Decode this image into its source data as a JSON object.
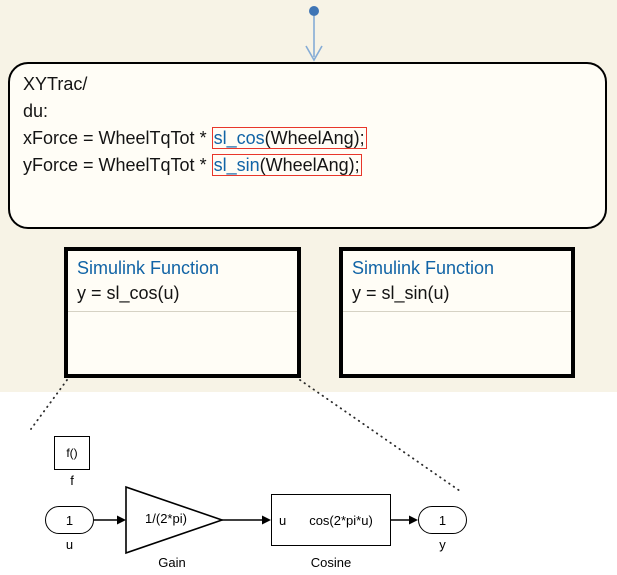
{
  "chart": {
    "state": {
      "name": "XYTrac/",
      "entry_label": "du:",
      "line_cos": {
        "prefix": "xForce = WheelTqTot * ",
        "fn": "sl_cos",
        "suffix": "(WheelAng);"
      },
      "line_sin": {
        "prefix": "yForce = WheelTqTot * ",
        "fn": "sl_sin",
        "suffix": "(WheelAng);"
      }
    },
    "functions": [
      {
        "title": "Simulink Function",
        "signature": "y = sl_cos(u)"
      },
      {
        "title": "Simulink Function",
        "signature": "y = sl_sin(u)"
      }
    ]
  },
  "subsystem": {
    "trigger": {
      "text": "f()",
      "label": "f"
    },
    "inport": {
      "value": "1",
      "label": "u"
    },
    "gain": {
      "expression": "1/(2*pi)",
      "label": "Gain"
    },
    "cosine": {
      "input_port": "u",
      "expression": "cos(2*pi*u)",
      "label": "Cosine"
    },
    "outport": {
      "value": "1",
      "label": "y"
    }
  },
  "colors": {
    "canvas_background": "#f7f3e6",
    "state_fill": "#fffdf6",
    "function_blue": "#1164a6",
    "highlight_red": "#e8362a",
    "transition_blue": "#3f75b5",
    "transition_light": "#85acd6"
  }
}
